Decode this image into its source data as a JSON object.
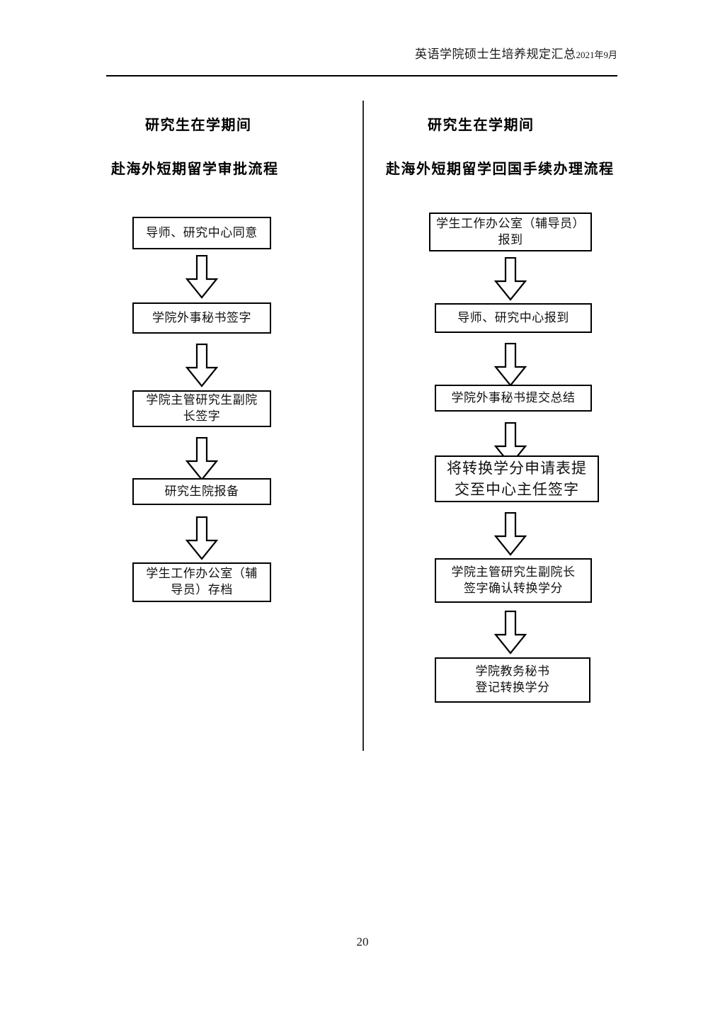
{
  "document": {
    "header": {
      "title": "英语学院硕士生培养规定汇总",
      "date": "2021年9月"
    },
    "page_number": "20"
  },
  "left_flow": {
    "title_line1": "研究生在学期间",
    "title_line2": "赴海外短期留学审批流程",
    "steps": [
      {
        "text": "导师、研究中心同意"
      },
      {
        "text": "学院外事秘书签字"
      },
      {
        "text": "学院主管研究生副院\n长签字"
      },
      {
        "text": "研究生院报备"
      },
      {
        "text": "学生工作办公室（辅\n导员）存档"
      }
    ]
  },
  "right_flow": {
    "title_line1": "研究生在学期间",
    "title_line2": "赴海外短期留学回国手续办理流程",
    "steps": [
      {
        "text": "学生工作办公室（辅导员）\n报到"
      },
      {
        "text": "导师、研究中心报到"
      },
      {
        "text": "学院外事秘书提交总结"
      },
      {
        "text": "将转换学分申请表提\n交至中心主任签字"
      },
      {
        "text": "学院主管研究生副院长\n签字确认转换学分"
      },
      {
        "text": "学院教务秘书\n登记转换学分"
      }
    ]
  },
  "icons": {
    "arrow": "down-block-arrow"
  },
  "colors": {
    "ink": "#000000",
    "paper": "#ffffff"
  }
}
